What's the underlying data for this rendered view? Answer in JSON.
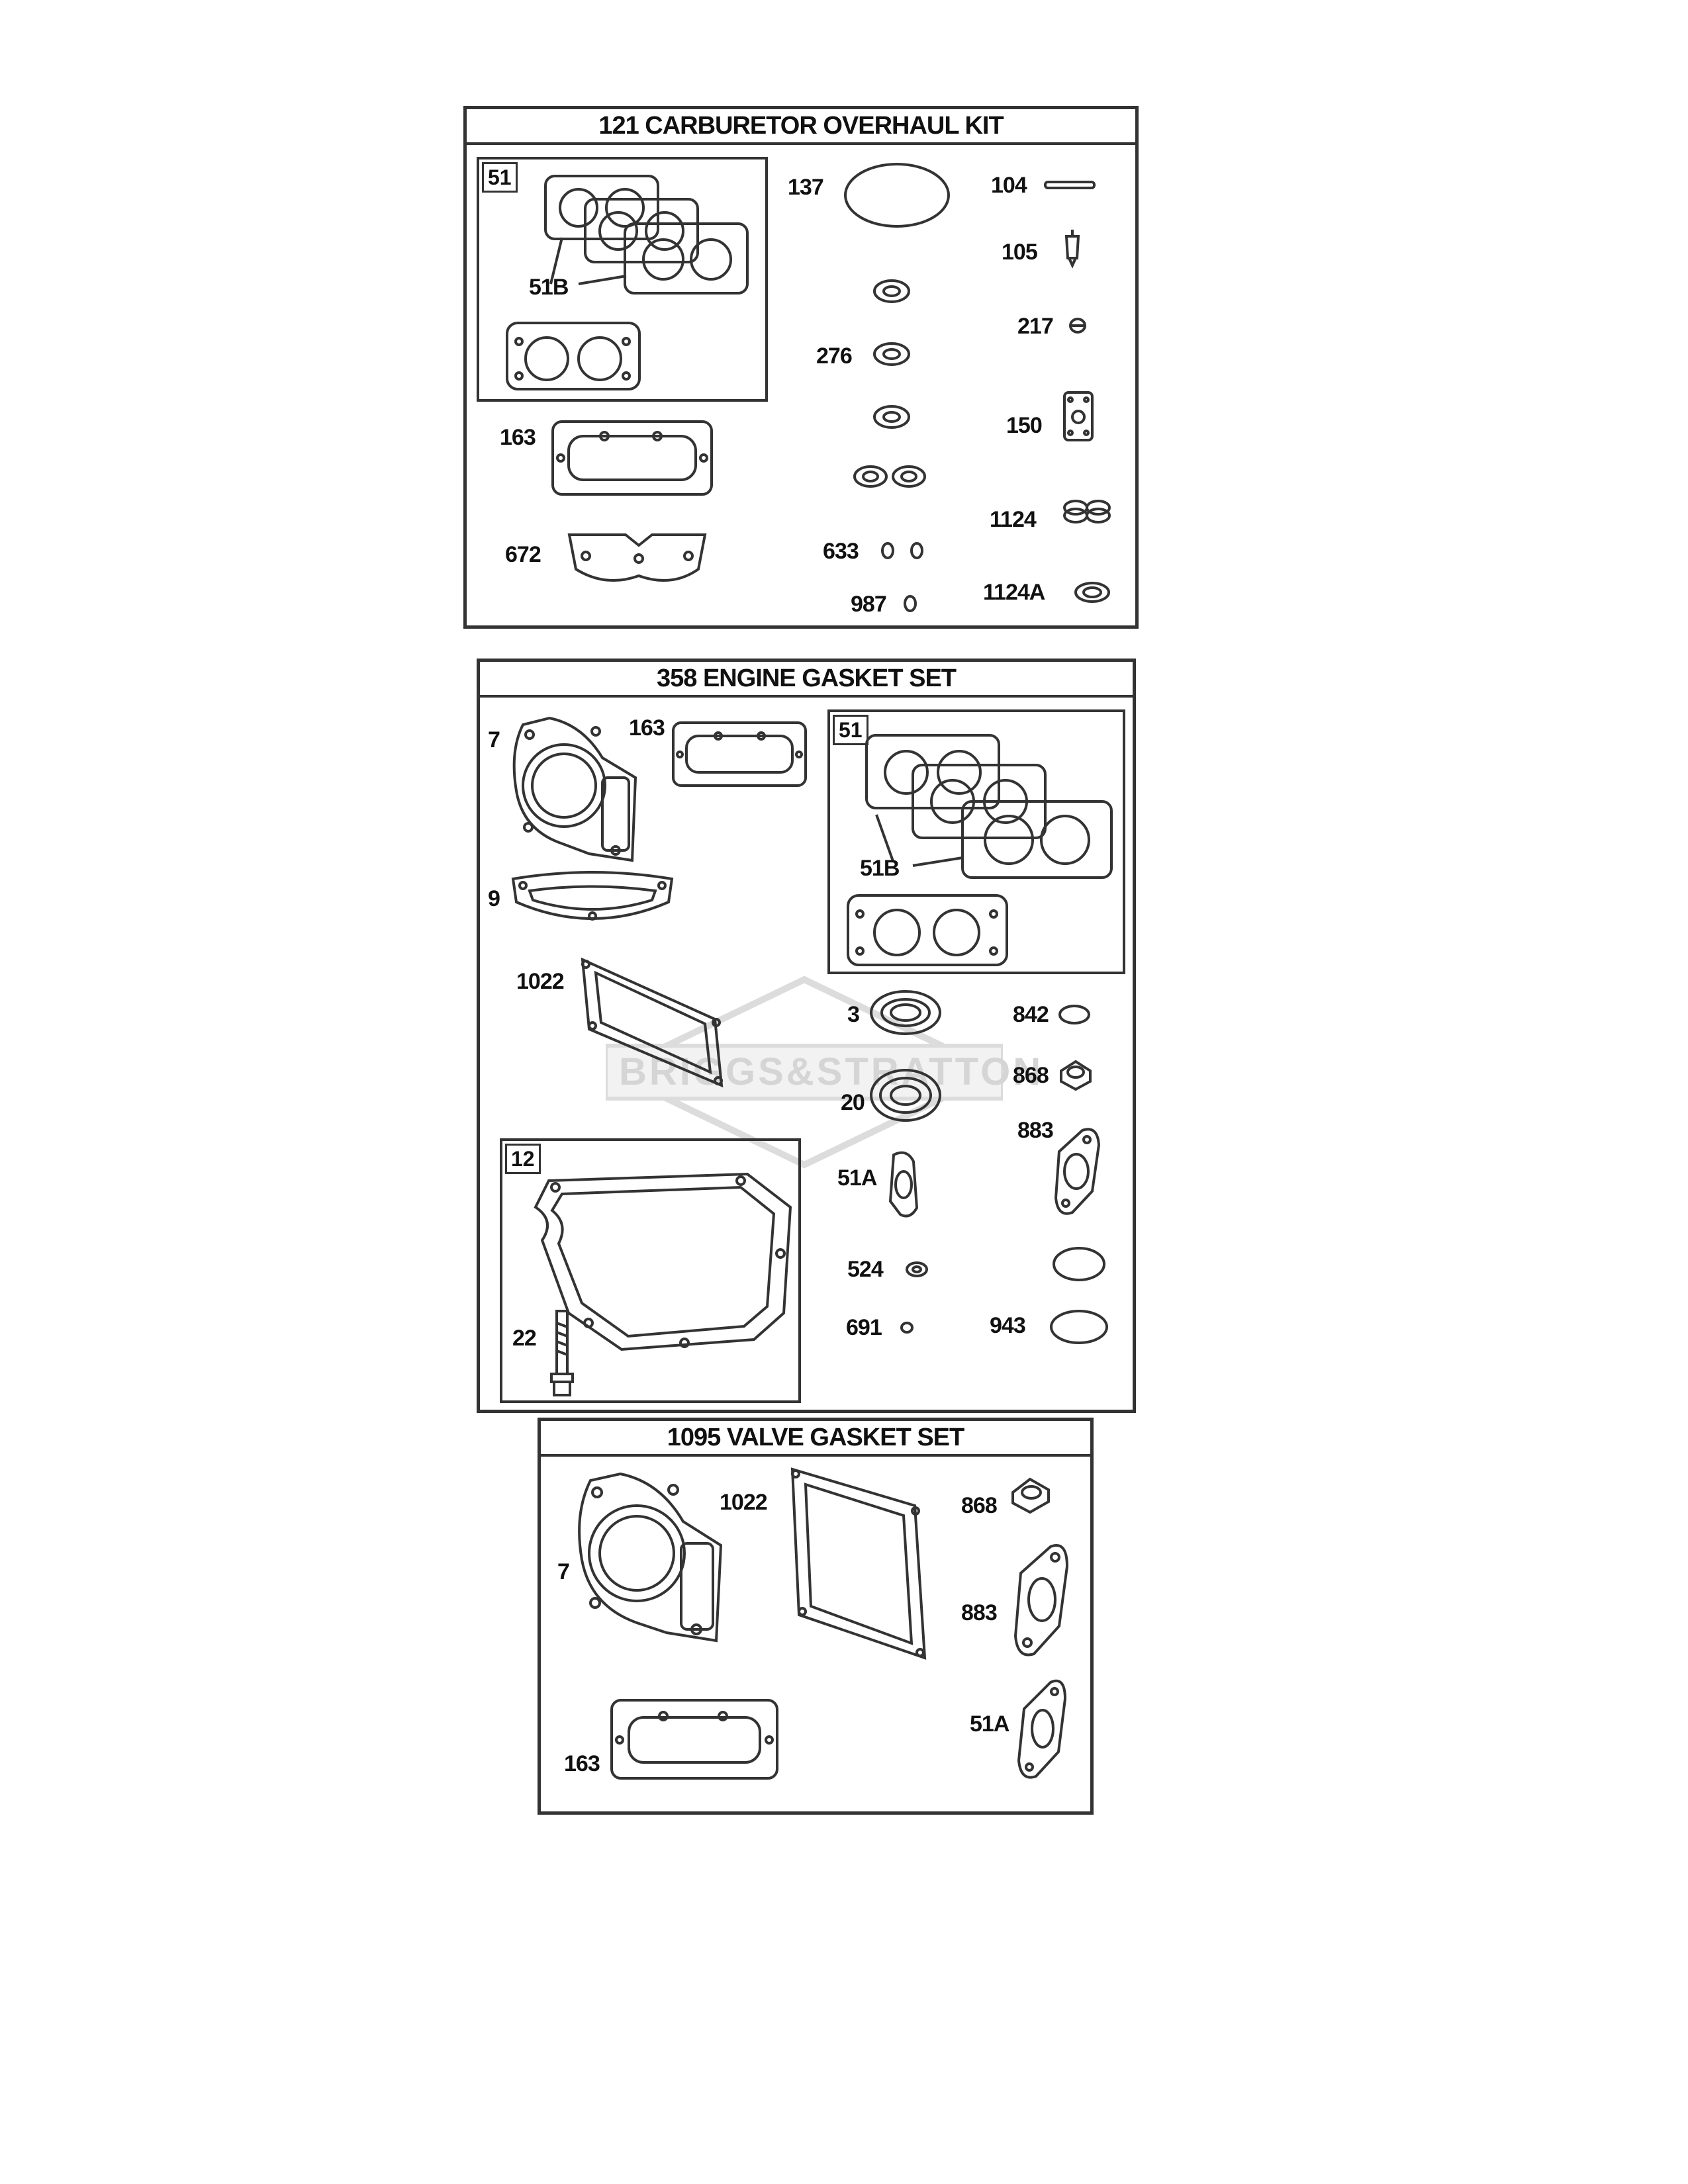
{
  "kits": [
    {
      "title": "121 CARBURETOR OVERHAUL KIT",
      "inset_tag": "51",
      "labels": {
        "sub_51b": "51B",
        "p137": "137",
        "p104": "104",
        "p105": "105",
        "p217": "217",
        "p276": "276",
        "p150": "150",
        "p163": "163",
        "p1124": "1124",
        "p672": "672",
        "p633": "633",
        "p987": "987",
        "p1124a": "1124A"
      }
    },
    {
      "title": "358 ENGINE GASKET SET",
      "inset_tag": "51",
      "inset2_tag": "12",
      "labels": {
        "p7": "7",
        "p163": "163",
        "p9": "9",
        "sub_51b": "51B",
        "p1022": "1022",
        "p3": "3",
        "p842": "842",
        "p868": "868",
        "p20": "20",
        "p883": "883",
        "p51a": "51A",
        "p524": "524",
        "p691": "691",
        "p943": "943",
        "p22": "22"
      }
    },
    {
      "title": "1095 VALVE GASKET SET",
      "labels": {
        "p7": "7",
        "p1022": "1022",
        "p868": "868",
        "p883": "883",
        "p163": "163",
        "p51a": "51A"
      }
    }
  ],
  "watermark_text": "BRIGGS&STRATTON"
}
